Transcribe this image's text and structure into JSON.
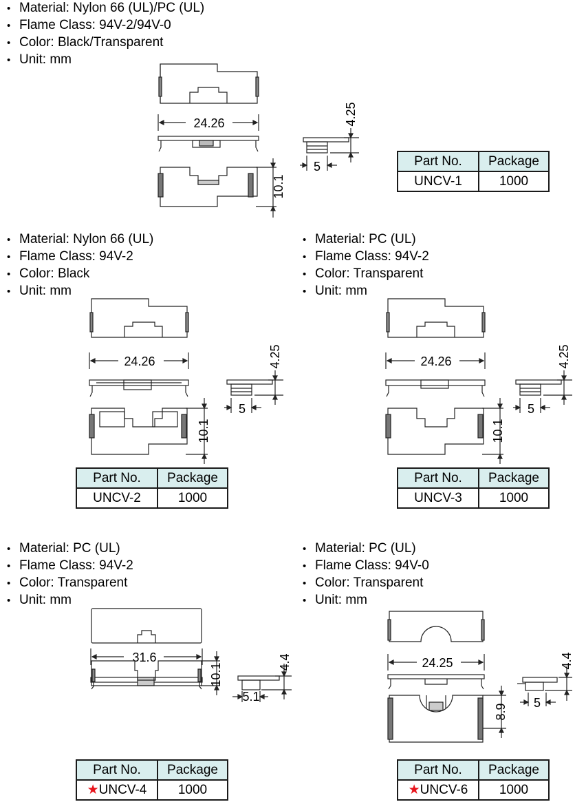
{
  "header": {
    "part_no": "Part No.",
    "package": "Package"
  },
  "sections": [
    {
      "specs": [
        "Material: Nylon 66 (UL)/PC (UL)",
        "Flame Class: 94V-2/94V-0",
        "Color: Black/Transparent",
        "Unit: mm"
      ],
      "dims": {
        "length": "24.26",
        "height": "4.25",
        "depth": "5",
        "width": "10.1"
      },
      "part_no": "UNCV-1",
      "package": "1000",
      "recommended": false
    },
    {
      "specs": [
        "Material: Nylon 66 (UL)",
        "Flame Class: 94V-2",
        "Color: Black",
        "Unit: mm"
      ],
      "dims": {
        "length": "24.26",
        "height": "4.25",
        "depth": "5",
        "width": "10.1"
      },
      "part_no": "UNCV-2",
      "package": "1000",
      "recommended": false
    },
    {
      "specs": [
        "Material: PC (UL)",
        "Flame Class: 94V-2",
        "Color: Transparent",
        "Unit: mm"
      ],
      "dims": {
        "length": "24.26",
        "height": "4.25",
        "depth": "5",
        "width": "10.1"
      },
      "part_no": "UNCV-3",
      "package": "1000",
      "recommended": false
    },
    {
      "specs": [
        "Material: PC (UL)",
        "Flame Class: 94V-2",
        "Color: Transparent",
        "Unit: mm"
      ],
      "dims": {
        "length": "31.6",
        "height": "4.4",
        "depth": "5.1",
        "width": "10.1"
      },
      "part_no": "UNCV-4",
      "package": "1000",
      "recommended": true
    },
    {
      "specs": [
        "Material: PC (UL)",
        "Flame Class: 94V-0",
        "Color: Transparent",
        "Unit: mm"
      ],
      "dims": {
        "length": "24.25",
        "height": "4.4",
        "depth": "5",
        "width": "8.9"
      },
      "part_no": "UNCV-6",
      "package": "1000",
      "recommended": true
    }
  ],
  "icons": {
    "recommended": "red-star-icon"
  },
  "colors": {
    "table_header_bg": "#d9eeee",
    "star": "#e8141c",
    "line": "#1a1a1a"
  }
}
